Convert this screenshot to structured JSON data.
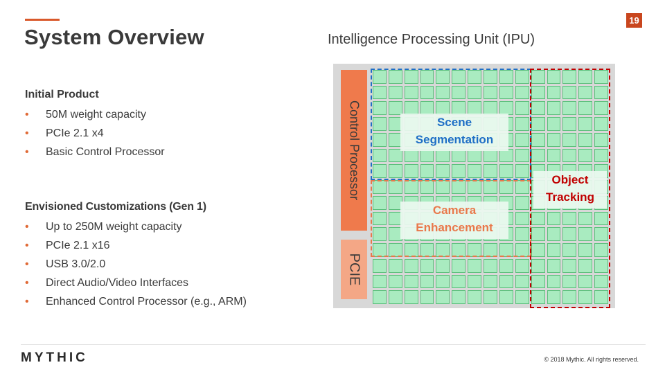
{
  "slide": {
    "title": "System Overview",
    "page_number": "19"
  },
  "diagram": {
    "title": "Intelligence Processing Unit (IPU)",
    "control_processor_label": "Control Processor",
    "pcie_label": "PCIE",
    "regions": {
      "scene": {
        "line1": "Scene",
        "line2": "Segmentation",
        "color": "#1f6fc6"
      },
      "camera": {
        "line1": "Camera",
        "line2": "Enhancement",
        "color": "#e9784a"
      },
      "object": {
        "line1": "Object",
        "line2": "Tracking",
        "color": "#c00000"
      }
    },
    "colors": {
      "tile_fill": "#a9ebc0",
      "tile_border": "#5cbf7c",
      "chip_bg": "#d8d8d8",
      "control": "#ef7a4c",
      "pcie": "#f4a786"
    }
  },
  "initial_product": {
    "heading": "Initial Product",
    "items": [
      "50M weight capacity",
      "PCIe 2.1 x4",
      "Basic Control Processor"
    ]
  },
  "customizations": {
    "heading": "Envisioned Customizations (Gen 1)",
    "items": [
      "Up to 250M weight capacity",
      "PCIe 2.1 x16",
      "USB 3.0/2.0",
      "Direct Audio/Video Interfaces",
      "Enhanced Control Processor (e.g., ARM)"
    ]
  },
  "footer": {
    "logo": "MYTHIC",
    "copyright": "© 2018 Mythic. All rights reserved."
  },
  "colors": {
    "accent": "#d9592b",
    "page_badge": "#c9461e",
    "bullet": "#e06a36",
    "text": "#3a3a3a"
  }
}
